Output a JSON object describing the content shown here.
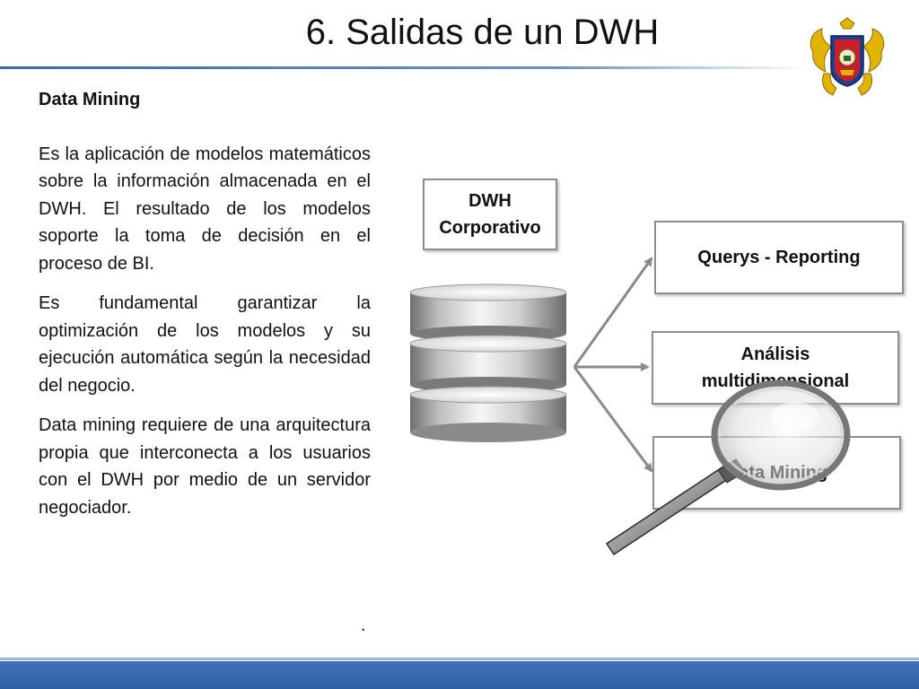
{
  "slide": {
    "title": "6. Salidas de un DWH"
  },
  "body": {
    "heading": "Data Mining",
    "paragraphs": [
      "Es la aplicación de modelos matemáticos sobre la información almacenada en el DWH. El resultado de los modelos soporte la toma de decisión en el proceso de BI.",
      "Es fundamental garantizar la optimización de los modelos y su ejecución automática según la necesidad del negocio.",
      "Data mining requiere de una arquitectura propia que interconecta a los usuarios con el DWH por medio de un servidor negociador."
    ],
    "trailing_mark": "."
  },
  "diagram": {
    "source": {
      "line1": "DWH",
      "line2": "Corporativo"
    },
    "outputs": {
      "querys": "Querys - Reporting",
      "analisis_line1": "Análisis",
      "analisis_line2": "multidimensional",
      "mining": "Data Mining"
    }
  },
  "colors": {
    "accent": "#3d6aa6",
    "footer": "#2f5fa0",
    "box_border": "#8d8d8d"
  },
  "icons": [
    "university-crest-icon",
    "database-icon",
    "magnifying-glass-icon"
  ]
}
